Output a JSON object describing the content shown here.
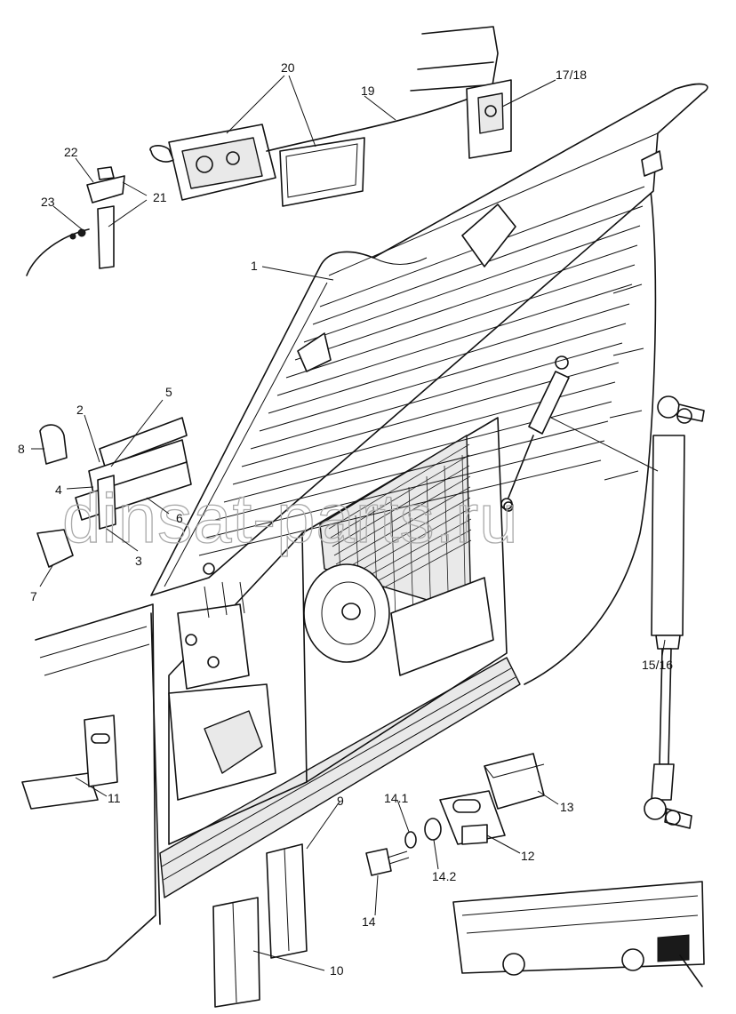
{
  "callouts": [
    {
      "id": "c1",
      "text": "1"
    },
    {
      "id": "c2",
      "text": "2"
    },
    {
      "id": "c3",
      "text": "3"
    },
    {
      "id": "c4",
      "text": "4"
    },
    {
      "id": "c5",
      "text": "5"
    },
    {
      "id": "c6",
      "text": "6"
    },
    {
      "id": "c7",
      "text": "7"
    },
    {
      "id": "c8",
      "text": "8"
    },
    {
      "id": "c9",
      "text": "9"
    },
    {
      "id": "c10",
      "text": "10"
    },
    {
      "id": "c11",
      "text": "11"
    },
    {
      "id": "c12",
      "text": "12"
    },
    {
      "id": "c13",
      "text": "13"
    },
    {
      "id": "c14",
      "text": "14"
    },
    {
      "id": "c14_1",
      "text": "14.1"
    },
    {
      "id": "c14_2",
      "text": "14.2"
    },
    {
      "id": "c15_16",
      "text": "15/16"
    },
    {
      "id": "c17_18",
      "text": "17/18"
    },
    {
      "id": "c19",
      "text": "19"
    },
    {
      "id": "c20",
      "text": "20"
    },
    {
      "id": "c21",
      "text": "21"
    },
    {
      "id": "c22",
      "text": "22"
    },
    {
      "id": "c23",
      "text": "23"
    }
  ],
  "watermark": "dinsat-parts.ru"
}
